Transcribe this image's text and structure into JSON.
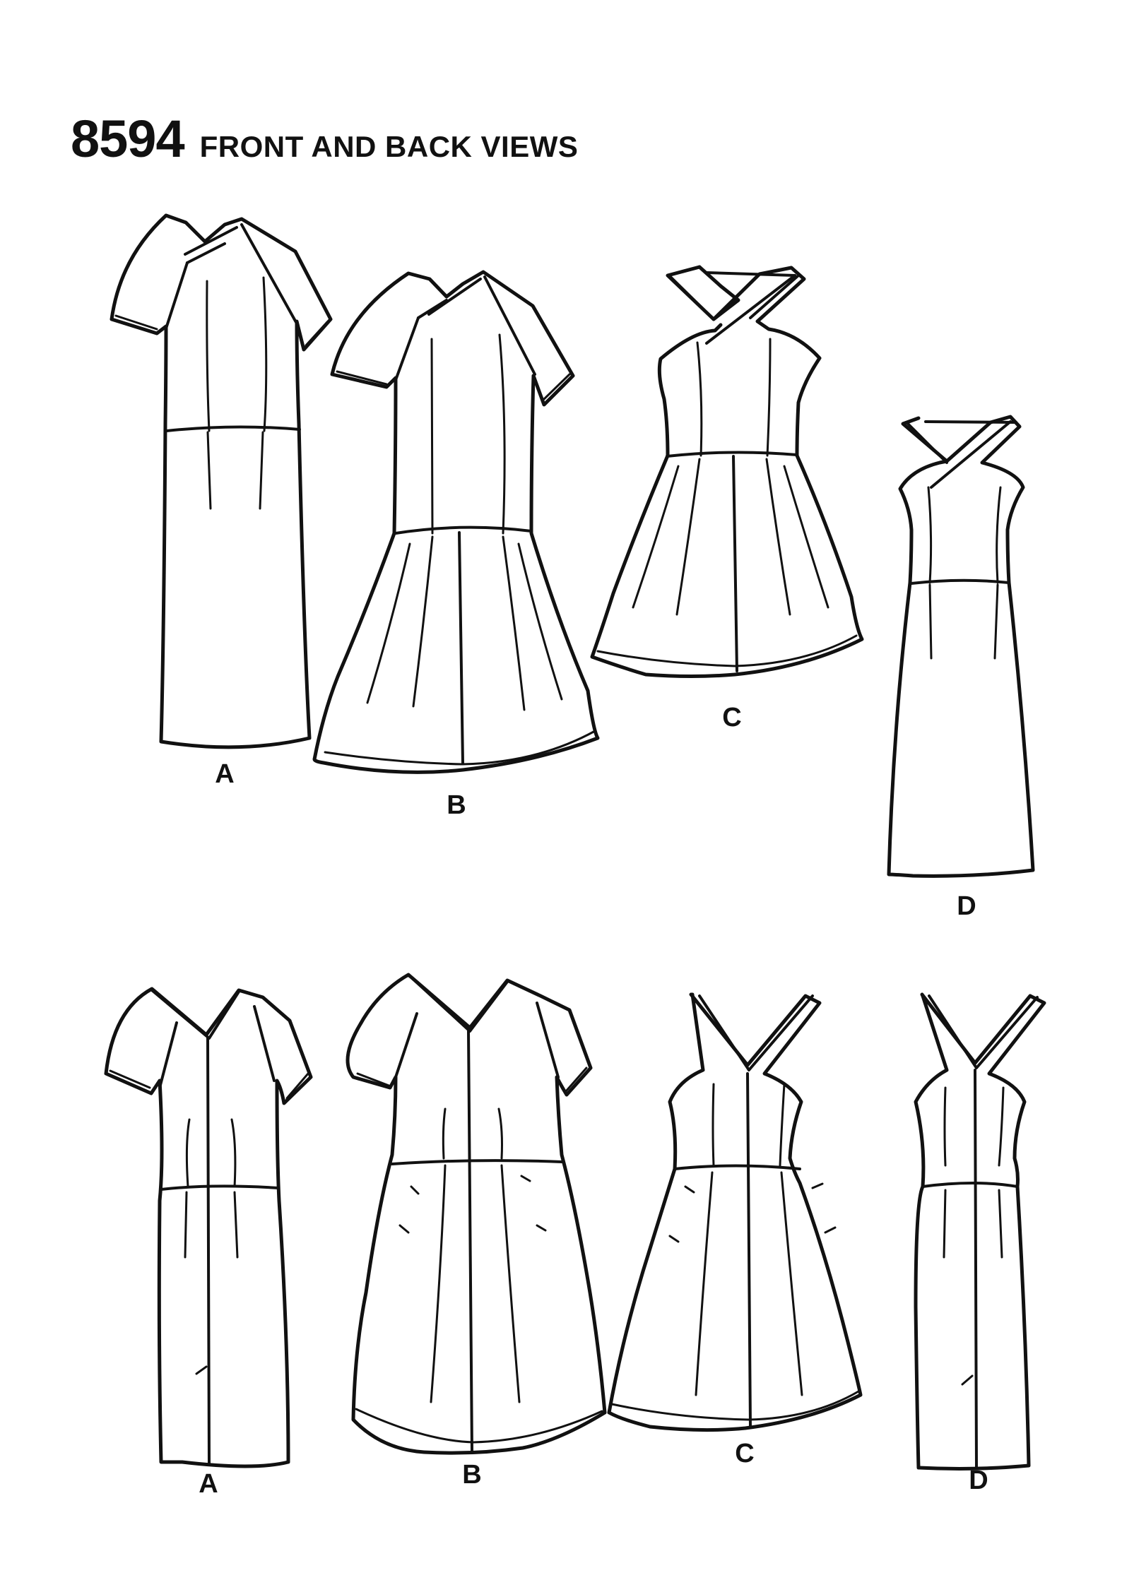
{
  "header": {
    "pattern_number": "8594",
    "subtitle": "FRONT AND BACK VIEWS"
  },
  "front_views": [
    {
      "view": "A",
      "label": "A"
    },
    {
      "view": "B",
      "label": "B"
    },
    {
      "view": "C",
      "label": "C"
    },
    {
      "view": "D",
      "label": "D"
    }
  ],
  "back_views": [
    {
      "view": "A",
      "label": "A"
    },
    {
      "view": "B",
      "label": "B"
    },
    {
      "view": "C",
      "label": "C"
    },
    {
      "view": "D",
      "label": "D"
    }
  ]
}
